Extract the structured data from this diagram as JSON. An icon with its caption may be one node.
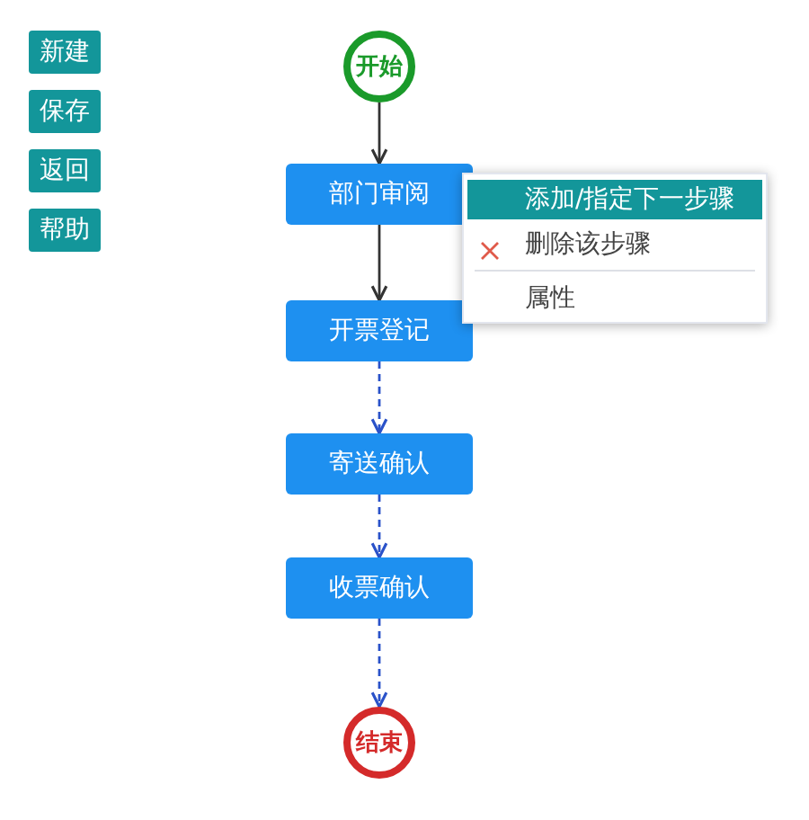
{
  "diagram": {
    "nodes": [
      {
        "text": [
          "开始"
        ]
      },
      {
        "text": [
          "部门审阅"
        ]
      },
      {
        "text": [
          "开票登记"
        ]
      },
      {
        "text": [
          "寄送确认"
        ]
      },
      {
        "text": [
          "收票确认"
        ]
      },
      {
        "text": [
          "结束"
        ]
      }
    ],
    "edges": [
      {
        "from": 0,
        "to": 1,
        "arrow": "to",
        "color": "#333333"
      },
      {
        "from": 1,
        "to": 2,
        "arrow": "to",
        "color": "#333333"
      },
      {
        "from": 2,
        "to": 3,
        "arrow": "to",
        "style": "dashed"
      },
      {
        "from": 3,
        "to": 4,
        "arrow": "to",
        "style": "dashed"
      },
      {
        "from": 4,
        "to": 5,
        "arrow": "to",
        "style": "dashed"
      }
    ],
    "labels": [
      "新建",
      "保存",
      "返回",
      "帮助",
      "添加/指定下一步骤",
      "删除该步骤",
      "属性"
    ]
  }
}
